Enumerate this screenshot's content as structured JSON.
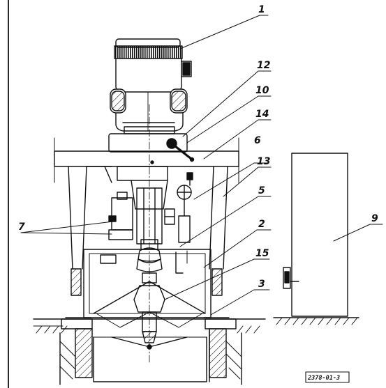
{
  "callouts": [
    {
      "id": "1",
      "label": "1"
    },
    {
      "id": "12",
      "label": "12"
    },
    {
      "id": "10",
      "label": "10"
    },
    {
      "id": "14",
      "label": "14"
    },
    {
      "id": "6",
      "label": "6"
    },
    {
      "id": "13",
      "label": "13"
    },
    {
      "id": "5",
      "label": "5"
    },
    {
      "id": "7",
      "label": "7"
    },
    {
      "id": "2",
      "label": "2"
    },
    {
      "id": "15",
      "label": "15"
    },
    {
      "id": "3",
      "label": "3"
    },
    {
      "id": "9",
      "label": "9"
    }
  ],
  "drawing_number": "2378-01-3",
  "colors": {
    "ink": "#111111",
    "paper": "#ffffff"
  }
}
